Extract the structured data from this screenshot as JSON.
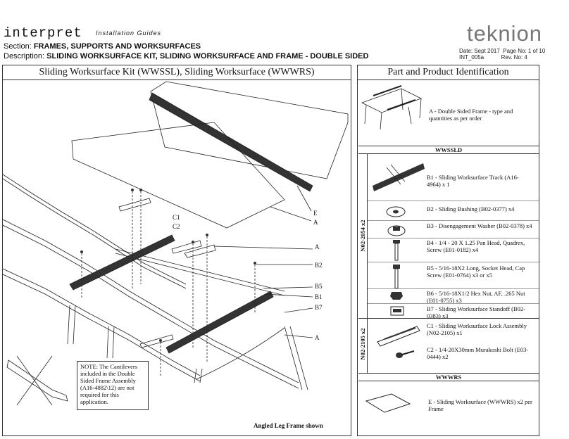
{
  "header": {
    "brand": "interpret",
    "brand_sub": "Installation Guides",
    "section_label": "Section: ",
    "section_value": "FRAMES, SUPPORTS AND WORKSURFACES",
    "description_label": "Description: ",
    "description_value": "SLIDING WORKSURFACE KIT, SLIDING WORKSURFACE AND FRAME - DOUBLE SIDED",
    "logo": "teknion",
    "date": "Date: Sept 2017",
    "page": "Page No: 1 of 10",
    "doc_code": "INT_005a",
    "rev": "Rev. No: 4"
  },
  "left_panel": {
    "title": "Sliding Worksurface Kit (WWSSL), Sliding Worksurface (WWWRS)",
    "callouts": {
      "e": "E",
      "a1": "A",
      "c1": "C1",
      "c2": "C2",
      "a2": "A",
      "b2": "B2",
      "b5": "B5",
      "b1": "B1",
      "b7": "B7",
      "a3": "A"
    },
    "note": "NOTE: The Cantilevers included in the Double Sided Frame Assembly (A16-4882\\12) are not required for this application.",
    "footnote": "Angled Leg Frame shown"
  },
  "right_panel": {
    "title": "Part and Product Identification",
    "part_a": "A - Double Sided Frame - type and quantities as per order",
    "wwssld": "WWSSLD",
    "group1_label": "N02-2054 x2",
    "group2_label": "N02-2105 x2",
    "b1": "B1 - Sliding Worksurface Track (A16-4964) x 1",
    "b2": "B2 - Sliding Bushing (B02-0377) x4",
    "b3": "B3 - Disengagement Washer (B02-0378) x4",
    "b4": "B4 - 1/4 - 20 X 1.25 Pan Head, Quadrex, Screw (E01-0182) x4",
    "b5": "B5 - 5/16-18X2 Long, Socket Head, Cap Screw (E01-0764) x3 or x5",
    "b6": "B6 - 5/16-18X1/2 Hex Nut, AF, .265 Nut (E01-0755) x3",
    "b7": "B7 - Sliding Worksurface Standoff (B02-0383) x3",
    "c1": "C1 - Sliding Worksurface Lock Assembly (N02-2105) x1",
    "c2": "C2 - 1/4-20X30mm Murakoshi Bolt (E03-0444) x2",
    "wwwrs": "WWWRS",
    "e": "E - Sliding Worksurface (WWWRS) x2 per Frame"
  }
}
